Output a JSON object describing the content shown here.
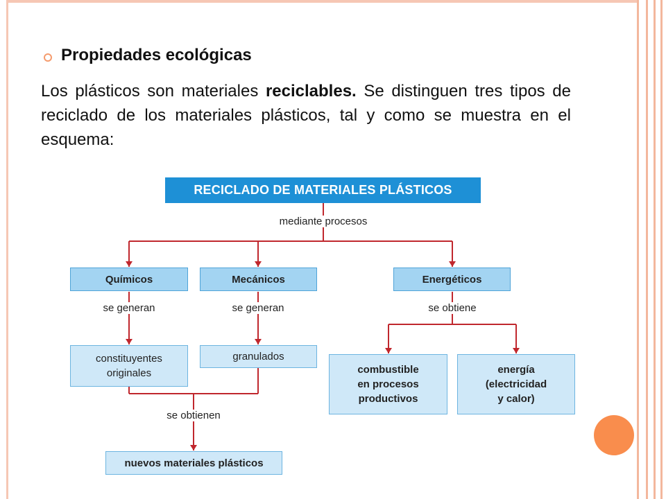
{
  "slide": {
    "heading": "Propiedades ecológicas",
    "paragraph_before": "Los plásticos son materiales ",
    "paragraph_bold": "reciclables.",
    "paragraph_after": " Se distinguen tres tipos de reciclado de los materiales plásticos, tal y como se muestra en el esquema:"
  },
  "diagram": {
    "title": "RECICLADO DE MATERIALES PLÁSTICOS",
    "root_connector": "mediante procesos",
    "branches": {
      "quimicos": "Químicos",
      "mecanicos": "Mecánicos",
      "energeticos": "Energéticos"
    },
    "connectors": {
      "quimicos": "se generan",
      "mecanicos": "se generan",
      "energeticos": "se obtiene",
      "merge": "se obtienen"
    },
    "products": {
      "constituyentes_line1": "constituyentes",
      "constituyentes_line2": "originales",
      "granulados": "granulados",
      "combustible_line1": "combustible",
      "combustible_line2": "en procesos",
      "combustible_line3": "productivos",
      "energia_line1": "energía",
      "energia_line2": "(electricidad",
      "energia_line3": "y calor)"
    },
    "result": "nuevos materiales plásticos",
    "colors": {
      "title_box": "#1e90d6",
      "branch_box": "#a3d4f2",
      "product_box": "#cfe8f8",
      "arrows": "#c0272d"
    }
  }
}
